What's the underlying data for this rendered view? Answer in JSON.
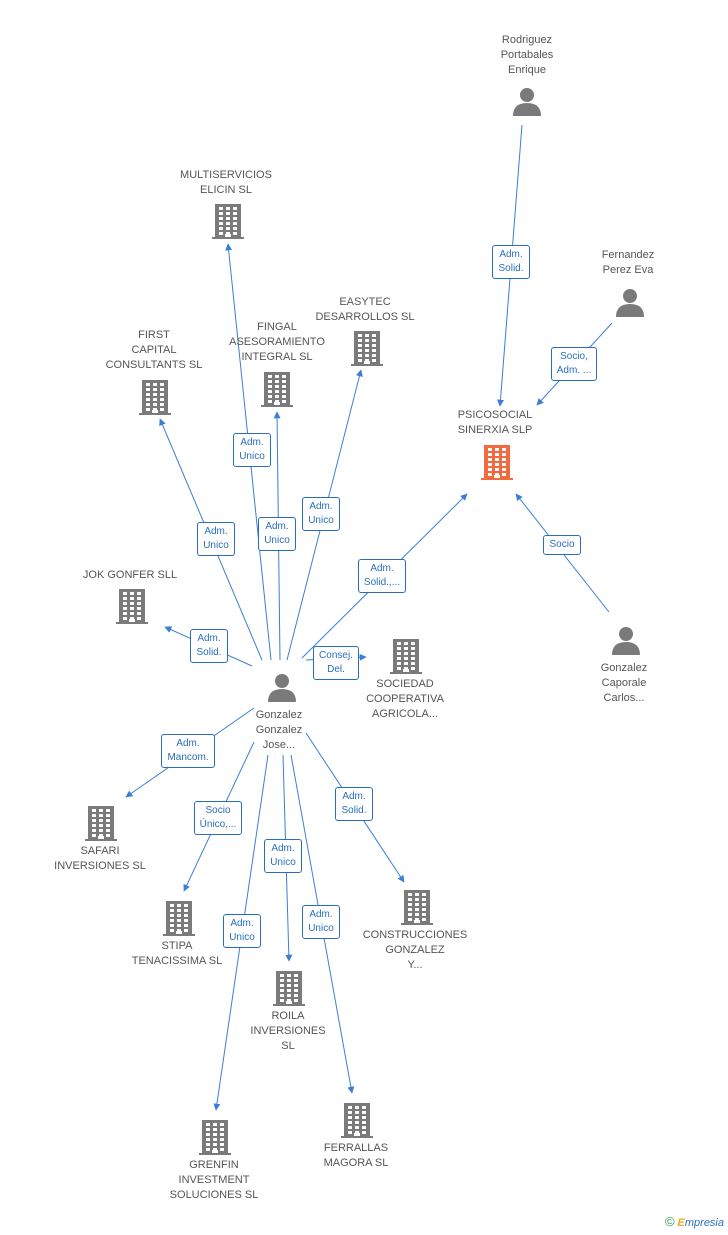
{
  "colors": {
    "edge": "#3a7fd5",
    "building": "#7a7a7a",
    "focus": "#f26a3d",
    "person": "#7a7a7a"
  },
  "nodes": [
    {
      "id": "rodriguez",
      "type": "person",
      "label": "Rodriguez\nPortabales\nEnrique"
    },
    {
      "id": "fernandez",
      "type": "person",
      "label": "Fernandez\nPerez Eva"
    },
    {
      "id": "psicosocial",
      "type": "company",
      "focus": true,
      "label": "PSICOSOCIAL\nSINERXIA SLP"
    },
    {
      "id": "gcaporale",
      "type": "person",
      "label": "Gonzalez\nCaporale\nCarlos..."
    },
    {
      "id": "multiservicios",
      "type": "company",
      "label": "MULTISERVICIOS\nELICIN SL"
    },
    {
      "id": "easytec",
      "type": "company",
      "label": "EASYTEC\nDESARROLLOS SL"
    },
    {
      "id": "fingal",
      "type": "company",
      "label": "FINGAL\nASESORAMIENTO\nINTEGRAL SL"
    },
    {
      "id": "first",
      "type": "company",
      "label": "FIRST\nCAPITAL\nCONSULTANTS SL"
    },
    {
      "id": "jok",
      "type": "company",
      "label": "JOK GONFER SLL"
    },
    {
      "id": "sociedad",
      "type": "company",
      "label": "SOCIEDAD\nCOOPERATIVA\nAGRICOLA..."
    },
    {
      "id": "gjose",
      "type": "person",
      "label": "Gonzalez\nGonzalez\nJose..."
    },
    {
      "id": "safari",
      "type": "company",
      "label": "SAFARI\nINVERSIONES SL"
    },
    {
      "id": "stipa",
      "type": "company",
      "label": "STIPA\nTENACISSIMA SL"
    },
    {
      "id": "construcciones",
      "type": "company",
      "label": "CONSTRUCCIONES\nGONZALEZ\nY..."
    },
    {
      "id": "roila",
      "type": "company",
      "label": "ROILA\nINVERSIONES\nSL"
    },
    {
      "id": "ferrallas",
      "type": "company",
      "label": "FERRALLAS\nMAGORA SL"
    },
    {
      "id": "grenfin",
      "type": "company",
      "label": "GRENFIN\nINVESTMENT\nSOLUCIONES SL"
    }
  ],
  "edges": [
    {
      "from": "rodriguez",
      "to": "psicosocial",
      "label": "Adm.\nSolid."
    },
    {
      "from": "fernandez",
      "to": "psicosocial",
      "label": "Socio,\nAdm. ..."
    },
    {
      "from": "gcaporale",
      "to": "psicosocial",
      "label": "Socio"
    },
    {
      "from": "gjose",
      "to": "psicosocial",
      "label": "Adm.\nSolid.,..."
    },
    {
      "from": "gjose",
      "to": "multiservicios",
      "label": "Adm.\nUnico"
    },
    {
      "from": "gjose",
      "to": "fingal",
      "label": "Adm.\nUnico"
    },
    {
      "from": "gjose",
      "to": "easytec",
      "label": "Adm.\nUnico"
    },
    {
      "from": "gjose",
      "to": "first",
      "label": "Adm.\nUnico"
    },
    {
      "from": "gjose",
      "to": "jok",
      "label": "Adm.\nSolid."
    },
    {
      "from": "gjose",
      "to": "sociedad",
      "label": "Consej.\nDel."
    },
    {
      "from": "gjose",
      "to": "safari",
      "label": "Adm.\nMancom."
    },
    {
      "from": "gjose",
      "to": "stipa",
      "label": "Socio\nÚnico,..."
    },
    {
      "from": "gjose",
      "to": "construcciones",
      "label": "Adm.\nSolid."
    },
    {
      "from": "gjose",
      "to": "roila",
      "label": "Adm.\nUnico"
    },
    {
      "from": "gjose",
      "to": "ferrallas",
      "label": "Adm.\nUnico"
    },
    {
      "from": "gjose",
      "to": "grenfin",
      "label": "Adm.\nUnico"
    }
  ],
  "footer": {
    "copyright": "©",
    "brand_first": "E",
    "brand_rest": "mpresia"
  }
}
